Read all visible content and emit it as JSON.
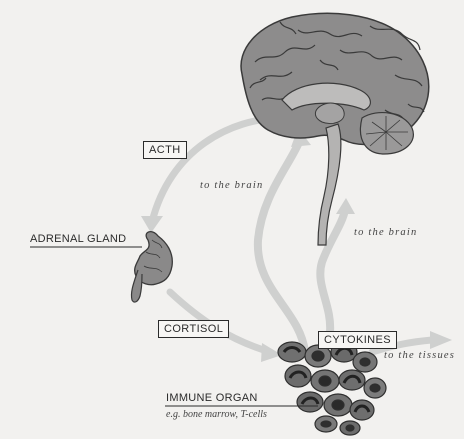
{
  "labels": {
    "acth": "ACTH",
    "adrenal_gland": "ADRENAL GLAND",
    "cortisol": "CORTISOL",
    "cytokines": "CYTOKINES",
    "immune_organ": "IMMUNE ORGAN",
    "immune_organ_examples": "e.g. bone marrow, T-cells",
    "to_the_brain_left": "to the brain",
    "to_the_brain_right": "to the brain",
    "to_the_tissues": "to the tissues"
  },
  "colors": {
    "background": "#f2f1ef",
    "arrow": "#cfd0cf",
    "brain_fill": "#8d8c8c",
    "brain_line": "#3a3a3a",
    "cell_fill": "#6e6e6e",
    "cell_dark": "#2f2f2f",
    "label_border": "#2b2b2b"
  }
}
